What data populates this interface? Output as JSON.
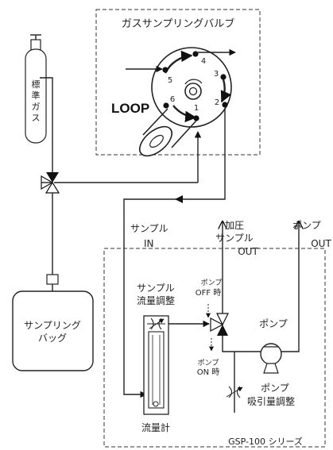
{
  "valve": {
    "title": "ガスサンプリングバルブ",
    "loop_label": "LOOP",
    "ports": [
      "1",
      "2",
      "3",
      "4",
      "5",
      "6"
    ]
  },
  "cylinder": {
    "label_lines": [
      "標",
      "準",
      "ガ",
      "ス"
    ]
  },
  "bag": {
    "label_lines": [
      "サンプリング",
      "バッグ"
    ]
  },
  "sample_in": {
    "line1": "サンプル",
    "line2": "IN"
  },
  "pressurized_out": {
    "line1": "加圧",
    "line2": "サンプル",
    "line3": "OUT"
  },
  "pump_out": {
    "line1": "ポンプ",
    "line2": "OUT"
  },
  "flow_adjust": {
    "line1": "サンプル",
    "line2": "流量調整"
  },
  "flowmeter": {
    "label": "流量計"
  },
  "pump": {
    "label": "ポンプ"
  },
  "pump_off": {
    "line1": "ポンプ",
    "line2": "OFF 時"
  },
  "pump_on": {
    "line1": "ポンプ",
    "line2": "ON 時"
  },
  "suction_adjust": {
    "line1": "ポンプ",
    "line2": "吸引量調整"
  },
  "series": {
    "label": "GSP-100 シリーズ"
  }
}
